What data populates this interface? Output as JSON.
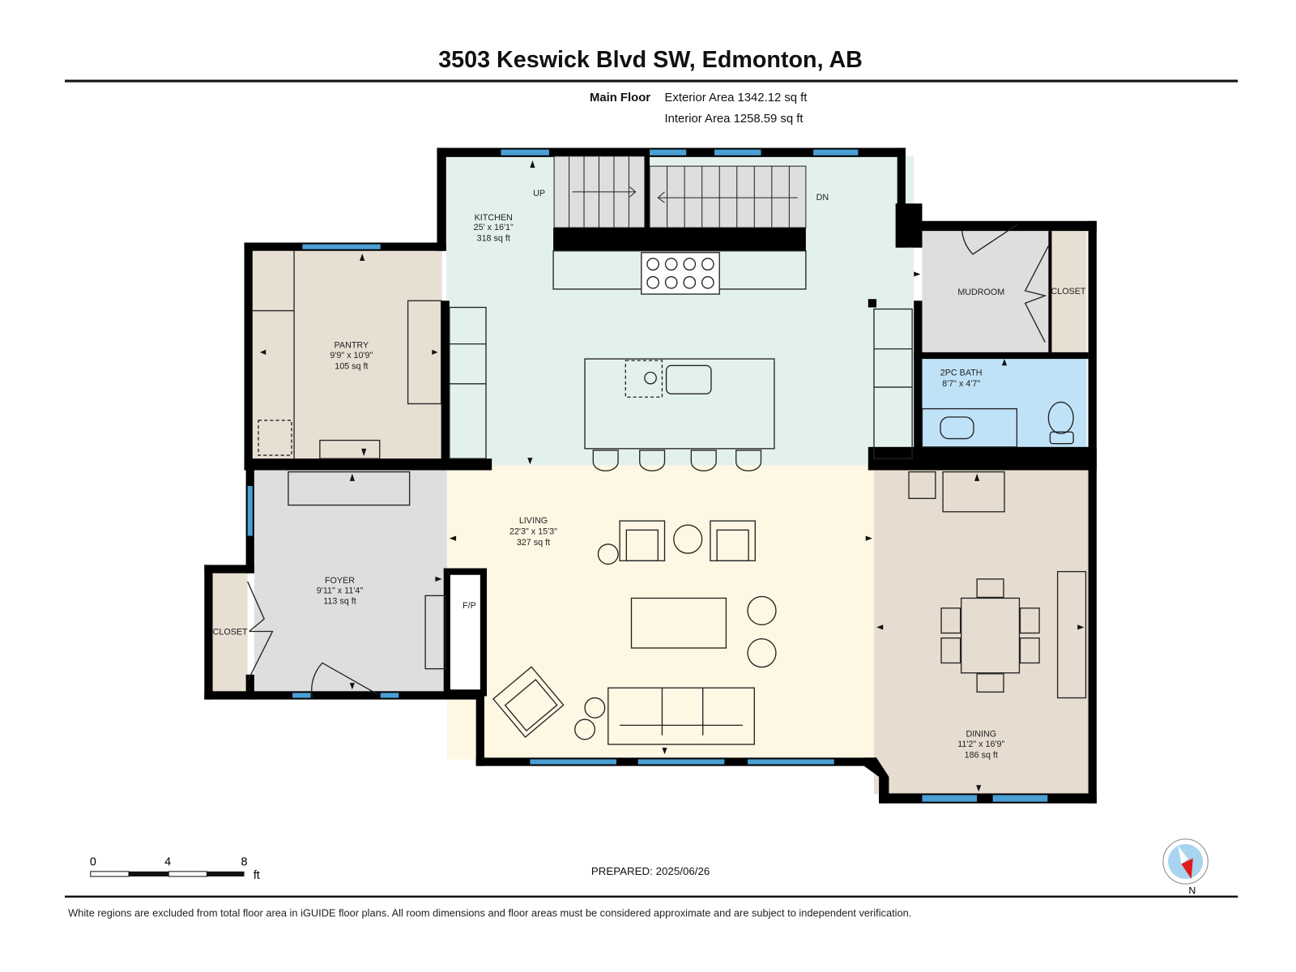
{
  "header": {
    "title": "3503 Keswick Blvd SW, Edmonton, AB",
    "floor_name": "Main Floor",
    "exterior_area": "Exterior Area 1342.12 sq ft",
    "interior_area": "Interior Area 1258.59 sq ft"
  },
  "rooms": {
    "kitchen": {
      "name": "KITCHEN",
      "dims": "25' x 16'1\"",
      "area": "318 sq ft",
      "color": "#e3f1ec"
    },
    "pantry": {
      "name": "PANTRY",
      "dims": "9'9\" x 10'9\"",
      "area": "105 sq ft",
      "color": "#e8dfd3"
    },
    "foyer": {
      "name": "FOYER",
      "dims": "9'11\" x 11'4\"",
      "area": "113 sq ft",
      "color": "#dedede"
    },
    "living": {
      "name": "LIVING",
      "dims": "22'3\" x 15'3\"",
      "area": "327 sq ft",
      "color": "#fdf7e3"
    },
    "dining": {
      "name": "DINING",
      "dims": "11'2\" x 16'9\"",
      "area": "186 sq ft",
      "color": "#e6ddd0"
    },
    "mudroom": {
      "name": "MUDROOM",
      "color": "#dedede"
    },
    "bath": {
      "name": "2PC BATH",
      "dims": "8'7\" x 4'7\"",
      "color": "#bfe2f7"
    },
    "closet_right": {
      "name": "CLOSET"
    },
    "closet_left": {
      "name": "CLOSET"
    },
    "fireplace": {
      "name": "F/P"
    }
  },
  "stairs": {
    "up_label": "UP",
    "down_label": "DN"
  },
  "scale_bar": {
    "ticks": [
      "0",
      "4",
      "8"
    ],
    "unit": "ft"
  },
  "prepared": "PREPARED: 2025/06/26",
  "compass": {
    "label": "N"
  },
  "footer": {
    "disclaimer": "White regions are excluded from total floor area in iGUIDE floor plans. All room dimensions and floor areas must be considered approximate and are subject to independent verification."
  },
  "colors": {
    "wall": "#000000",
    "window": "#4a9fd4",
    "compass_needle": "#e01b1b"
  }
}
